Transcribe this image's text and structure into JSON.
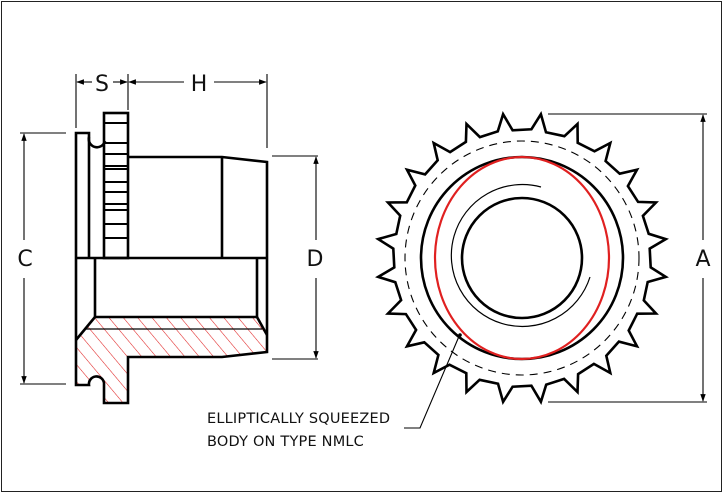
{
  "drawing": {
    "title": "Self-clinching nut technical drawing",
    "section_color": "#e02020",
    "ellipse_color": "#e02020",
    "line_color": "#000000",
    "knurl_tooth_count": 24
  },
  "dimensions": {
    "S": "S",
    "H": "H",
    "C": "C",
    "D": "D",
    "A": "A"
  },
  "annotation": {
    "line1": "ELLIPTICALLY SQUEEZED",
    "line2": "BODY ON TYPE NMLC"
  }
}
